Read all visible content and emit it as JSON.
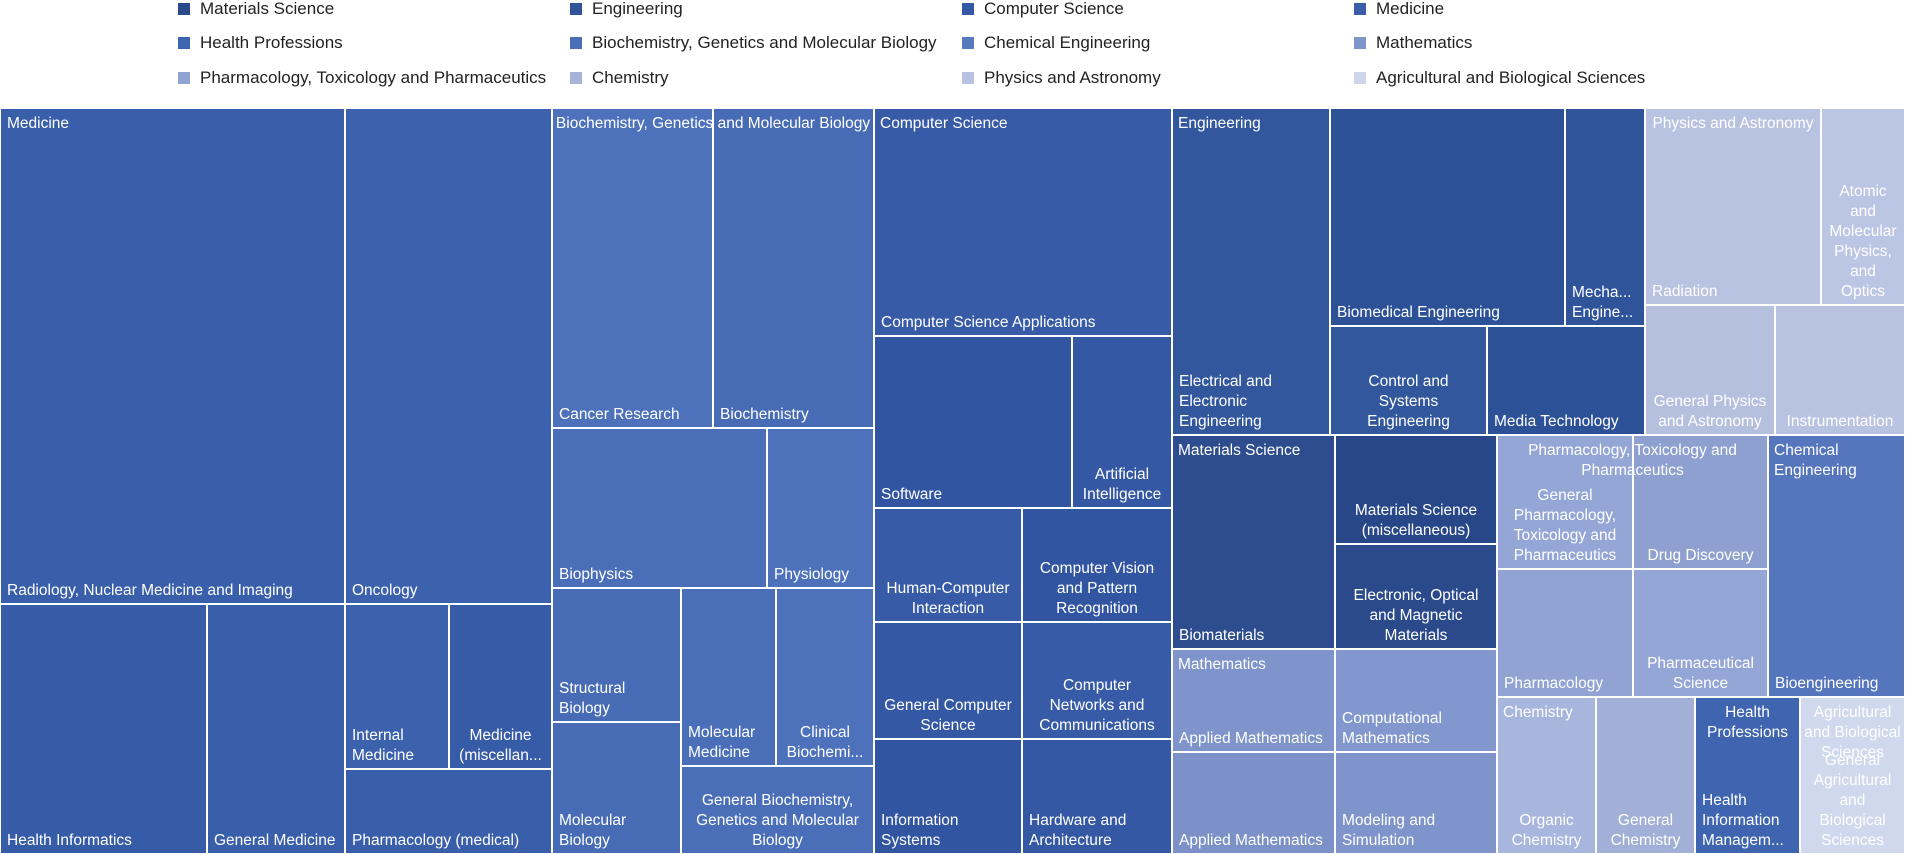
{
  "chart_data": {
    "type": "treemap",
    "legend": [
      {
        "name": "Materials Science",
        "color": "#2a4a8c"
      },
      {
        "name": "Engineering",
        "color": "#30549a"
      },
      {
        "name": "Computer Science",
        "color": "#3558a4"
      },
      {
        "name": "Medicine",
        "color": "#3a5faa"
      },
      {
        "name": "Health Professions",
        "color": "#3f65b0"
      },
      {
        "name": "Biochemistry, Genetics and Molecular Biology",
        "color": "#4a6fb8"
      },
      {
        "name": "Chemical Engineering",
        "color": "#5878c0"
      },
      {
        "name": "Mathematics",
        "color": "#7e94ca"
      },
      {
        "name": "Pharmacology, Toxicology and Pharmaceutics",
        "color": "#91a3d3"
      },
      {
        "name": "Chemistry",
        "color": "#a5b3da"
      },
      {
        "name": "Physics and Astronomy",
        "color": "#b8c3e2"
      },
      {
        "name": "Agricultural and Biological Sciences",
        "color": "#cdd5ea"
      }
    ],
    "groups": [
      {
        "name": "Medicine",
        "color": "#3a5faa",
        "children": [
          {
            "name": "Radiology, Nuclear Medicine and Imaging"
          },
          {
            "name": "Oncology"
          },
          {
            "name": "Health Informatics"
          },
          {
            "name": "General Medicine"
          },
          {
            "name": "Internal Medicine"
          },
          {
            "name": "Medicine (miscellan..."
          },
          {
            "name": "Pharmacology (medical)"
          }
        ]
      },
      {
        "name": "Biochemistry, Genetics and Molecular Biology",
        "color": "#4a6fb8",
        "children": [
          {
            "name": "Cancer Research"
          },
          {
            "name": "Biochemistry"
          },
          {
            "name": "Biophysics"
          },
          {
            "name": "Physiology"
          },
          {
            "name": "Structural Biology"
          },
          {
            "name": "Molecular Medicine"
          },
          {
            "name": "Clinical Biochemi..."
          },
          {
            "name": "Molecular Biology"
          },
          {
            "name": "General Biochemistry, Genetics and Molecular Biology"
          }
        ]
      },
      {
        "name": "Computer Science",
        "color": "#3558a4",
        "children": [
          {
            "name": "Computer Science Applications"
          },
          {
            "name": "Software"
          },
          {
            "name": "Artificial Intelligence"
          },
          {
            "name": "Human-Computer Interaction"
          },
          {
            "name": "Computer Vision and Pattern Recognition"
          },
          {
            "name": "General Computer Science"
          },
          {
            "name": "Computer Networks and Communications"
          },
          {
            "name": "Information Systems"
          },
          {
            "name": "Hardware and Architecture"
          }
        ]
      },
      {
        "name": "Engineering",
        "color": "#30549a",
        "children": [
          {
            "name": "Electrical and Electronic Engineering"
          },
          {
            "name": "Biomedical Engineering"
          },
          {
            "name": "Mecha... Engine..."
          },
          {
            "name": "Control and Systems Engineering"
          },
          {
            "name": "Media Technology"
          }
        ]
      },
      {
        "name": "Physics and Astronomy",
        "color": "#b8c3e2",
        "children": [
          {
            "name": "Radiation"
          },
          {
            "name": "Atomic and Molecular Physics, and Optics"
          },
          {
            "name": "General Physics and Astronomy"
          },
          {
            "name": "Instrumentation"
          }
        ]
      },
      {
        "name": "Materials Science",
        "color": "#2a4a8c",
        "children": [
          {
            "name": "Biomaterials"
          },
          {
            "name": "Materials Science (miscellaneous)"
          },
          {
            "name": "Electronic, Optical and Magnetic Materials"
          }
        ]
      },
      {
        "name": "Pharmacology, Toxicology and Pharmaceutics",
        "color": "#91a3d3",
        "children": [
          {
            "name": "General Pharmacology, Toxicology and Pharmaceutics"
          },
          {
            "name": "Drug Discovery"
          },
          {
            "name": "Pharmacology"
          },
          {
            "name": "Pharmaceutical Science"
          }
        ]
      },
      {
        "name": "Chemical Engineering",
        "color": "#5878c0",
        "children": [
          {
            "name": "Bioengineering"
          }
        ]
      },
      {
        "name": "Mathematics",
        "color": "#7e94ca",
        "children": [
          {
            "name": "Applied Mathematics"
          },
          {
            "name": "Computational Mathematics"
          },
          {
            "name": "Applied Mathematics"
          },
          {
            "name": "Modeling and Simulation"
          }
        ]
      },
      {
        "name": "Chemistry",
        "color": "#a5b3da",
        "children": [
          {
            "name": "Organic Chemistry"
          },
          {
            "name": "General Chemistry"
          }
        ]
      },
      {
        "name": "Health Professions",
        "color": "#3f65b0",
        "children": [
          {
            "name": "Health Information Managem..."
          }
        ]
      },
      {
        "name": "Agricultural and Biological Sciences",
        "color": "#cdd5ea",
        "children": [
          {
            "name": "General Agricultural and Biological Sciences"
          }
        ]
      }
    ]
  }
}
